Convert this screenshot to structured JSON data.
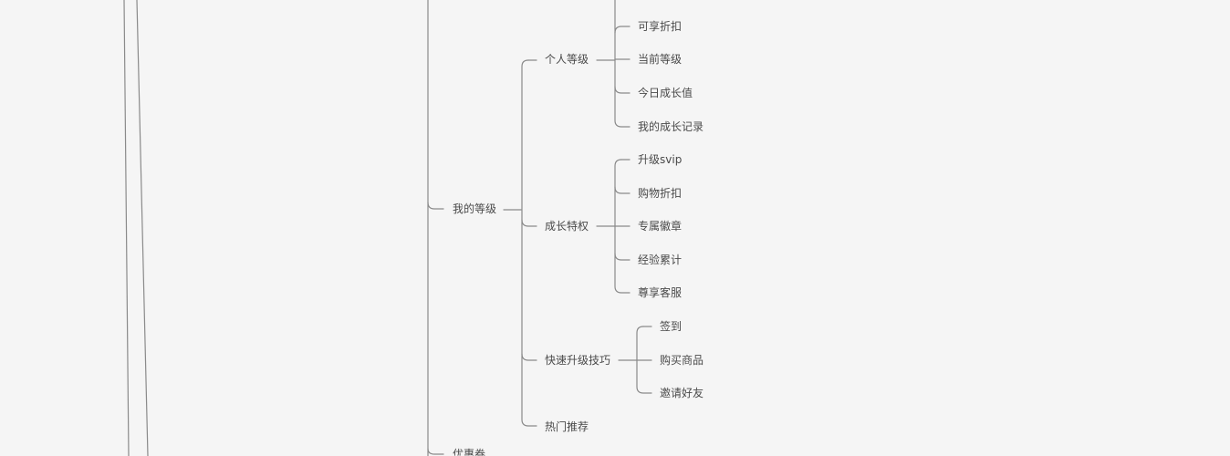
{
  "mindmap": {
    "line_color": "#8a8a8a",
    "text_color": "#4a4a4a",
    "background": "#f5f5f5",
    "nodes": {
      "my_level": "我的等级",
      "personal_level": "个人等级",
      "enjoy_discount": "可享折扣",
      "current_level": "当前等级",
      "today_growth": "今日成长值",
      "growth_record": "我的成长记录",
      "growth_privilege": "成长特权",
      "upgrade_svip": "升级svip",
      "shopping_discount": "购物折扣",
      "exclusive_badge": "专属徽章",
      "exp_accumulate": "经验累计",
      "vip_service": "尊享客服",
      "quick_upgrade": "快速升级技巧",
      "sign_in": "签到",
      "buy_goods": "购买商品",
      "invite_friends": "邀请好友",
      "hot_recommend": "热门推荐",
      "next_partial": "优惠券"
    }
  }
}
